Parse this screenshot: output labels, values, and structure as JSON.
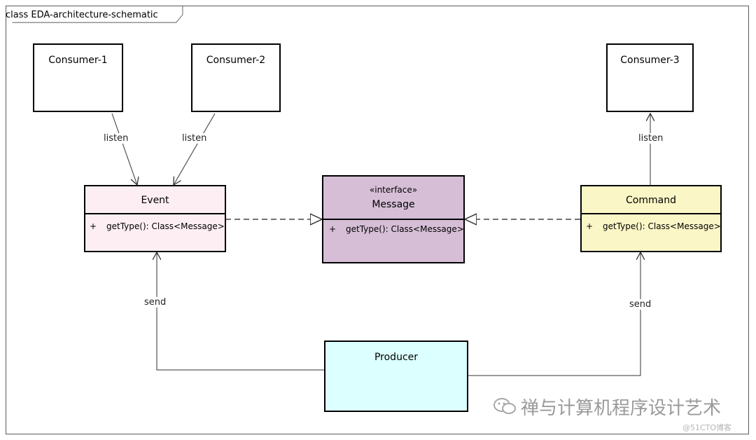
{
  "frame": {
    "title": "class EDA-architecture-schematic"
  },
  "consumers": {
    "c1": "Consumer-1",
    "c2": "Consumer-2",
    "c3": "Consumer-3"
  },
  "classes": {
    "event": {
      "name": "Event",
      "visibility": "+",
      "operation": "getType(): Class<Message>",
      "fill": "#fdeef4"
    },
    "message": {
      "stereotype": "«interface»",
      "name": "Message",
      "visibility": "+",
      "operation": "getType(): Class<Message>",
      "fill": "#d6bfd6"
    },
    "command": {
      "name": "Command",
      "visibility": "+",
      "operation": "getType(): Class<Message>",
      "fill": "#fbf6c6"
    },
    "producer": {
      "name": "Producer",
      "fill": "#dcffff"
    }
  },
  "edges": {
    "listen_1": "listen",
    "listen_2": "listen",
    "listen_3": "listen",
    "send_event": "send",
    "send_command": "send"
  },
  "watermark": {
    "text": "禅与计算机程序设计艺术",
    "sub": "@51CTO博客"
  }
}
